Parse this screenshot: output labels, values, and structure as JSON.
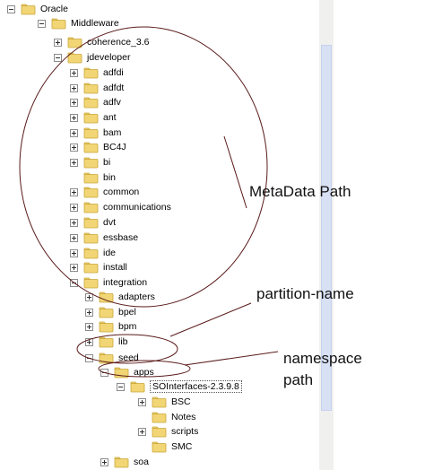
{
  "tree": {
    "items": [
      {
        "label": "Oracle",
        "toggle": "minus"
      },
      {
        "label": "Middleware",
        "toggle": "minus"
      },
      {
        "label": "coherence_3.6",
        "toggle": "plus"
      },
      {
        "label": "jdeveloper",
        "toggle": "minus"
      },
      {
        "label": "adfdi",
        "toggle": "plus"
      },
      {
        "label": "adfdt",
        "toggle": "plus"
      },
      {
        "label": "adfv",
        "toggle": "plus"
      },
      {
        "label": "ant",
        "toggle": "plus"
      },
      {
        "label": "bam",
        "toggle": "plus"
      },
      {
        "label": "BC4J",
        "toggle": "plus"
      },
      {
        "label": "bi",
        "toggle": "plus"
      },
      {
        "label": "bin",
        "toggle": "none"
      },
      {
        "label": "common",
        "toggle": "plus"
      },
      {
        "label": "communications",
        "toggle": "plus"
      },
      {
        "label": "dvt",
        "toggle": "plus"
      },
      {
        "label": "essbase",
        "toggle": "plus"
      },
      {
        "label": "ide",
        "toggle": "plus"
      },
      {
        "label": "install",
        "toggle": "plus"
      },
      {
        "label": "integration",
        "toggle": "minus"
      },
      {
        "label": "adapters",
        "toggle": "plus"
      },
      {
        "label": "bpel",
        "toggle": "plus"
      },
      {
        "label": "bpm",
        "toggle": "plus"
      },
      {
        "label": "lib",
        "toggle": "plus"
      },
      {
        "label": "seed",
        "toggle": "minus"
      },
      {
        "label": "apps",
        "toggle": "minus"
      },
      {
        "label": "SOInterfaces-2.3.9.8",
        "toggle": "minus"
      },
      {
        "label": "BSC",
        "toggle": "plus"
      },
      {
        "label": "Notes",
        "toggle": "none"
      },
      {
        "label": "scripts",
        "toggle": "plus"
      },
      {
        "label": "SMC",
        "toggle": "none"
      },
      {
        "label": "soa",
        "toggle": "plus"
      }
    ]
  },
  "annotations": {
    "metadata": "MetaData Path",
    "partition": "partition-name",
    "namespace_line1": "namespace",
    "namespace_line2": "path"
  },
  "colors": {
    "folder": "#f2d675",
    "folder_edge": "#c9a63a",
    "annotation_line": "#5a1a1a"
  }
}
